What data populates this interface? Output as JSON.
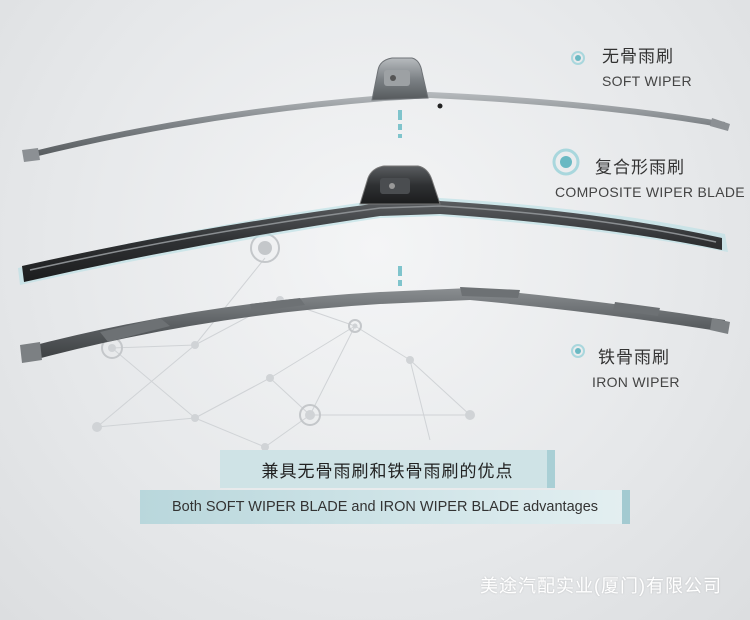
{
  "soft_wiper": {
    "name_cn": "无骨雨刷",
    "name_en": "SOFT WIPER"
  },
  "composite_wiper": {
    "name_cn": "复合形雨刷",
    "name_en": "COMPOSITE WIPER BLADE"
  },
  "iron_wiper": {
    "name_cn": "铁骨雨刷",
    "name_en": "IRON WIPER"
  },
  "banner": {
    "cn": "兼具无骨雨刷和铁骨雨刷的优点",
    "en": "Both SOFT WIPER BLADE and IRON WIPER BLADE advantages"
  },
  "watermark": "美途汽配实业(厦门)有限公司",
  "colors": {
    "accent": "#7fc4cc",
    "blade_dark": "#2f3133",
    "blade_metal": "#7d8286"
  },
  "icons": [
    "target-dot-icon",
    "network-decoration"
  ]
}
